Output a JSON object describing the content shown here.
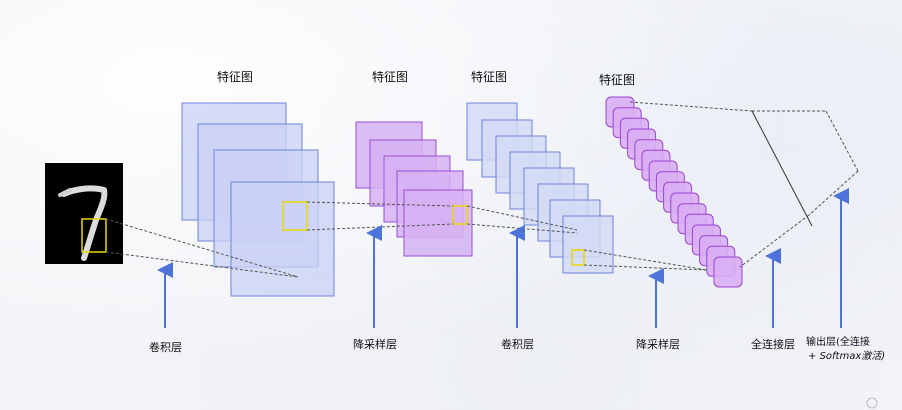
{
  "feature_map_label": "特征图",
  "layers": {
    "conv1": "卷积层",
    "pool1": "降采样层",
    "conv2": "卷积层",
    "pool2": "降采样层",
    "fc": "全连接层",
    "output_line1": "输出层(全连接",
    "output_line2": "+ Softmax激活)"
  },
  "input_digit": "7",
  "colors": {
    "conv_fill": "#c9d2f5",
    "conv_stroke": "#6d83de",
    "pool_fill": "#d6b2f3",
    "pool_stroke": "#9a4fd6",
    "fc_fill": "#d9aef4",
    "fc_stroke": "#9a45d2",
    "highlight": "#e8d60a",
    "arrow": "#4d73d8"
  }
}
